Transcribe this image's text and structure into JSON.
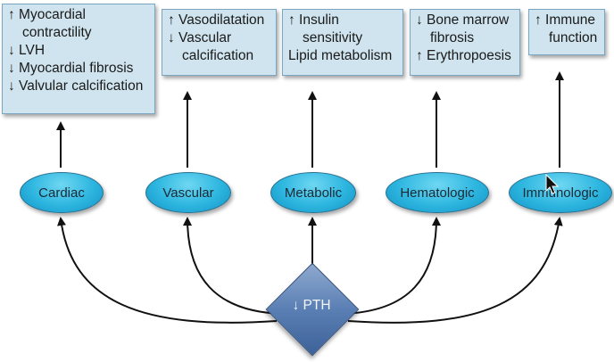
{
  "boxes": {
    "cardiac": [
      "↑ Myocardial",
      "contractility",
      "↓ LVH",
      "↓ Myocardial fibrosis",
      "↓ Valvular calcification"
    ],
    "vascular": [
      "↑ Vasodilatation",
      "↓ Vascular",
      "calcification"
    ],
    "metabolic": [
      "↑ Insulin",
      "sensitivity",
      "Lipid metabolism"
    ],
    "hematologic": [
      "↓ Bone marrow",
      "fibrosis",
      "↑ Erythropoesis"
    ],
    "immunologic": [
      "↑ Immune",
      "function"
    ]
  },
  "nodes": {
    "cardiac": "Cardiac",
    "vascular": "Vascular",
    "metabolic": "Metabolic",
    "hematologic": "Hematologic",
    "immunologic": "Immunologic"
  },
  "source": "↓ PTH",
  "colors": {
    "box_fill": "#cfe4ee",
    "oval_fill": "#2cb5df",
    "diamond_fill": "#5a7fb4",
    "arrow": "#111111"
  }
}
